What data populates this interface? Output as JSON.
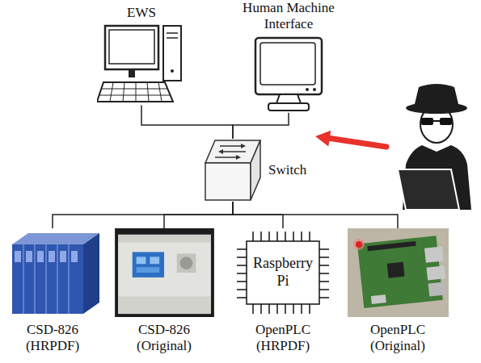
{
  "diagram": {
    "nodes": [
      {
        "text": [
          "EWS"
        ]
      },
      {
        "text": [
          "Human Machine Interface"
        ]
      },
      {
        "text": [
          "Switch"
        ]
      },
      {
        "text": [
          "CSD-826 (HRPDF)"
        ]
      },
      {
        "text": [
          "CSD-826 (Original)"
        ]
      },
      {
        "text": [
          "Raspberry Pi",
          "OpenPLC (HRPDF)"
        ]
      },
      {
        "text": [
          "OpenPLC (Original)"
        ]
      }
    ],
    "edges": [
      {
        "from": 0,
        "to": 2,
        "arrow": "none"
      },
      {
        "from": 1,
        "to": 2,
        "arrow": "none"
      },
      {
        "from": 2,
        "to": 3,
        "arrow": "none"
      },
      {
        "from": 2,
        "to": 4,
        "arrow": "none"
      },
      {
        "from": 2,
        "to": 5,
        "arrow": "none"
      },
      {
        "from": 2,
        "to": 6,
        "arrow": "none"
      }
    ]
  }
}
